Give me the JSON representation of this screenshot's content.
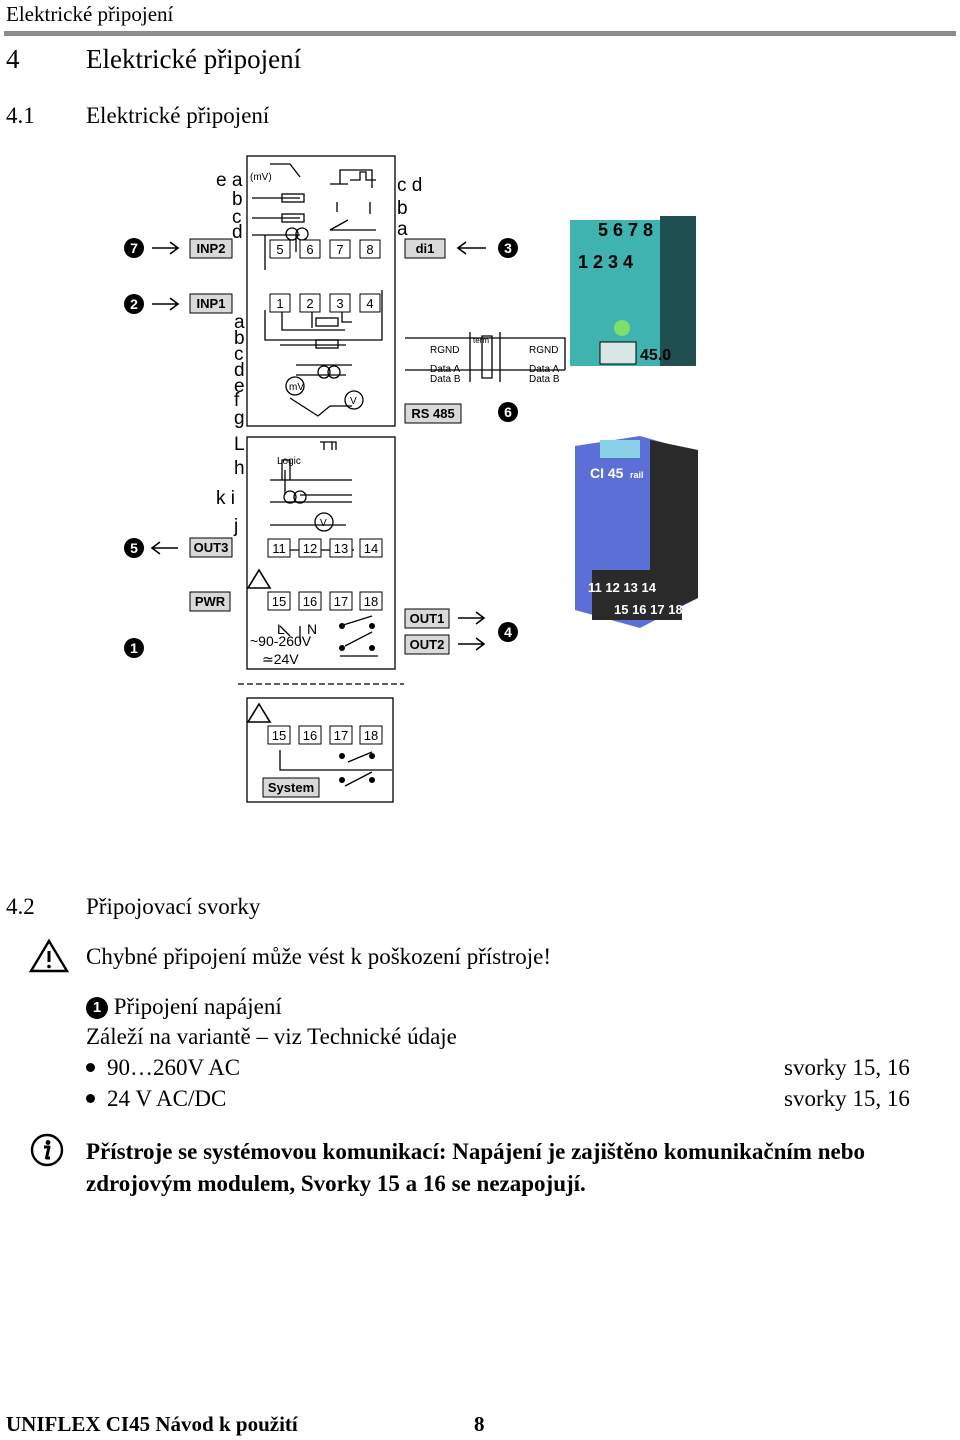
{
  "header": {
    "running_title": "Elektrické připojení"
  },
  "section": {
    "number": "4",
    "title": "Elektrické připojení"
  },
  "subsection1": {
    "number": "4.1",
    "title": "Elektrické připojení"
  },
  "diagram": {
    "badges": {
      "inp2": "INP2",
      "inp1": "INP1",
      "di1": "di1",
      "rs485": "RS 485",
      "out3": "OUT3",
      "pwr": "PWR",
      "out1": "OUT1",
      "out2": "OUT2",
      "system": "System"
    },
    "markers": {
      "m1": "1",
      "m2": "2",
      "m3": "3",
      "m4": "4",
      "m5": "5",
      "m6": "6",
      "m7": "7"
    },
    "letters_left_top": [
      "e a",
      "b",
      "c",
      "d"
    ],
    "letters_right_top": [
      "c d",
      "b",
      "a"
    ],
    "letters_inp1": [
      "a",
      "b",
      "c",
      "d",
      "e",
      "f",
      "g"
    ],
    "letters_out3": [
      "L",
      "h",
      "k i",
      "j"
    ],
    "terminals_top": [
      "5",
      "6",
      "7",
      "8"
    ],
    "terminals_inp1": [
      "1",
      "2",
      "3",
      "4"
    ],
    "terminals_out3": [
      "11",
      "12",
      "13",
      "14"
    ],
    "terminals_pwr": [
      "15",
      "16",
      "17",
      "18"
    ],
    "terminals_system": [
      "15",
      "16",
      "17",
      "18"
    ],
    "labels": {
      "mv_small": "(mV)",
      "mv": "mV",
      "v": "V",
      "logic": "Logic",
      "rgnd_left": "RGND",
      "rgnd_right": "RGND",
      "data_a_left": "Data A",
      "data_b_left": "Data B",
      "data_a_right": "Data A",
      "data_b_right": "Data B",
      "term": "term",
      "pwr_l": "L",
      "pwr_n": "N",
      "ac_range": "~90-260V",
      "dc": "≃24V",
      "separator": "--------------------------"
    },
    "device_top": {
      "top_numbers": "5 6 7 8",
      "bottom_numbers": "1 2 3 4",
      "display": "45.0"
    },
    "device_bottom": {
      "brand": "CI 45",
      "rail": "rail",
      "numbers_top": "11 12 13 14",
      "numbers_bottom": "15 16 17 18"
    }
  },
  "subsection2": {
    "number": "4.2",
    "title": "Připojovací svorky"
  },
  "warning": {
    "text": "Chybné připojení může vést k poškození přístroje!"
  },
  "power": {
    "marker": "1",
    "heading": "Připojení napájení",
    "intro": "Záleží na variantě – viz Technické údaje",
    "items": [
      {
        "label": "90…260V AC",
        "terminals": "svorky 15, 16"
      },
      {
        "label": "24 V AC/DC",
        "terminals": "svorky 15, 16"
      }
    ]
  },
  "note": {
    "text": "Přístroje se systémovou komunikací: Napájení je zajištěno komunikačním nebo zdrojovým modulem, Svorky 15 a 16 se nezapojují."
  },
  "footer": {
    "product": "UNIFLEX CI45",
    "manual": "Návod k použití",
    "page": "8"
  }
}
